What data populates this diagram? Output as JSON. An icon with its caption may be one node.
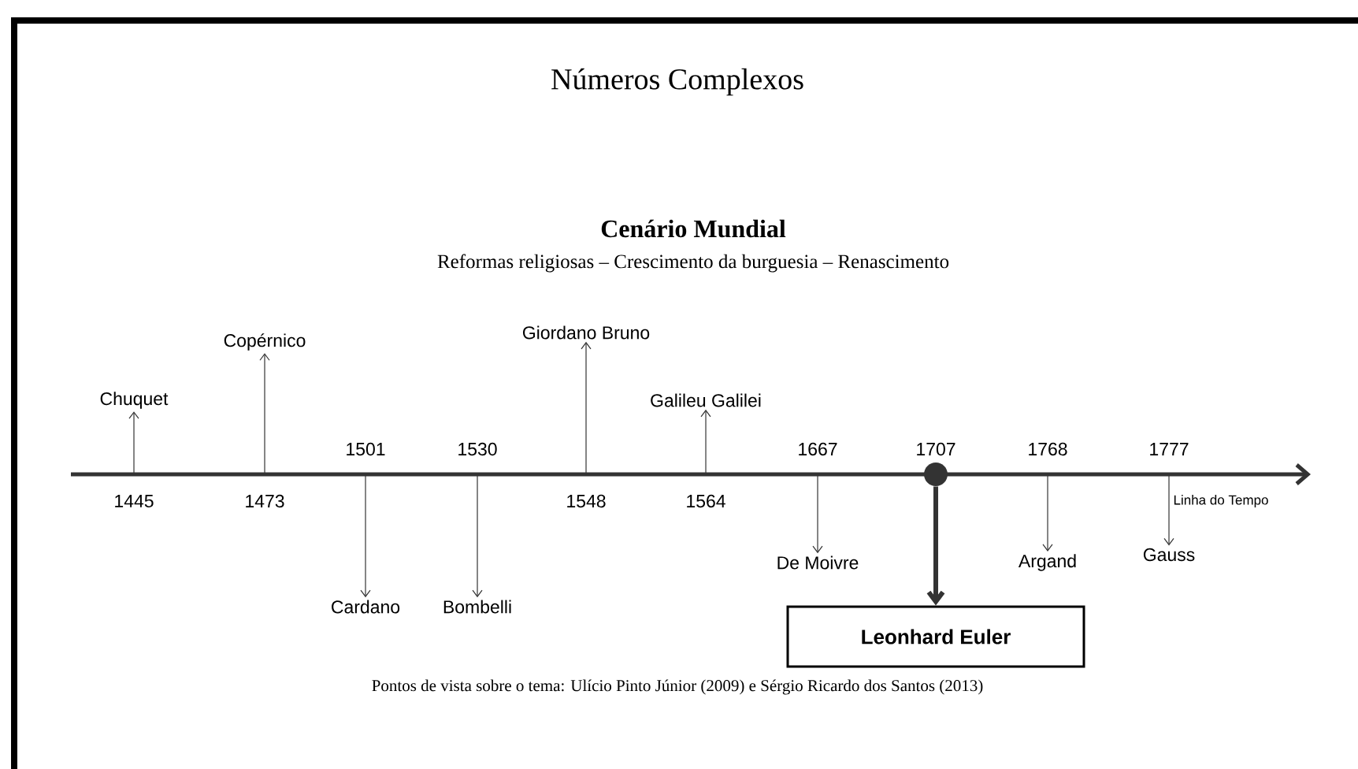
{
  "diagram": {
    "title": "Números Complexos",
    "caption": "Pontos de vista sobre o tema: Ulício Pinto Júnior (2009) e Sérgio Ricardo dos Santos (2013)",
    "nodes": [
      {
        "text": [
          "Chuquet"
        ]
      },
      {
        "text": [
          "Copérnico"
        ]
      },
      {
        "text": [
          "Cardano"
        ]
      },
      {
        "text": [
          "Bombelli"
        ]
      },
      {
        "text": [
          "Giordano Bruno"
        ]
      },
      {
        "text": [
          "Galileu Galilei"
        ]
      },
      {
        "text": [
          "De Moivre"
        ]
      },
      {
        "text": [],
        "shape": "circle",
        "beside": [
          "1707"
        ]
      },
      {
        "text": [
          "Leonhard Euler"
        ]
      },
      {
        "text": [
          "Argand"
        ]
      },
      {
        "text": [
          "Gauss"
        ]
      }
    ],
    "edges": [
      {
        "from": null,
        "to": 0,
        "arrow": "to"
      },
      {
        "from": null,
        "to": 1,
        "arrow": "to"
      },
      {
        "from": null,
        "to": 2,
        "arrow": "to"
      },
      {
        "from": null,
        "to": 3,
        "arrow": "to"
      },
      {
        "from": null,
        "to": 4,
        "arrow": "to"
      },
      {
        "from": null,
        "to": 5,
        "arrow": "to"
      },
      {
        "from": null,
        "to": 6,
        "arrow": "to"
      },
      {
        "from": 7,
        "to": 8,
        "arrow": "to",
        "style": "thick"
      },
      {
        "from": null,
        "to": 9,
        "arrow": "to"
      },
      {
        "from": null,
        "to": 10,
        "arrow": "to"
      }
    ],
    "labels": [
      "Cenário Mundial",
      "Reformas religiosas – Crescimento da burguesia – Renascimento",
      "1501",
      "1530",
      "1667",
      "1768",
      "1777",
      "1445",
      "1473",
      "1548",
      "1564",
      "Linha do Tempo"
    ]
  }
}
